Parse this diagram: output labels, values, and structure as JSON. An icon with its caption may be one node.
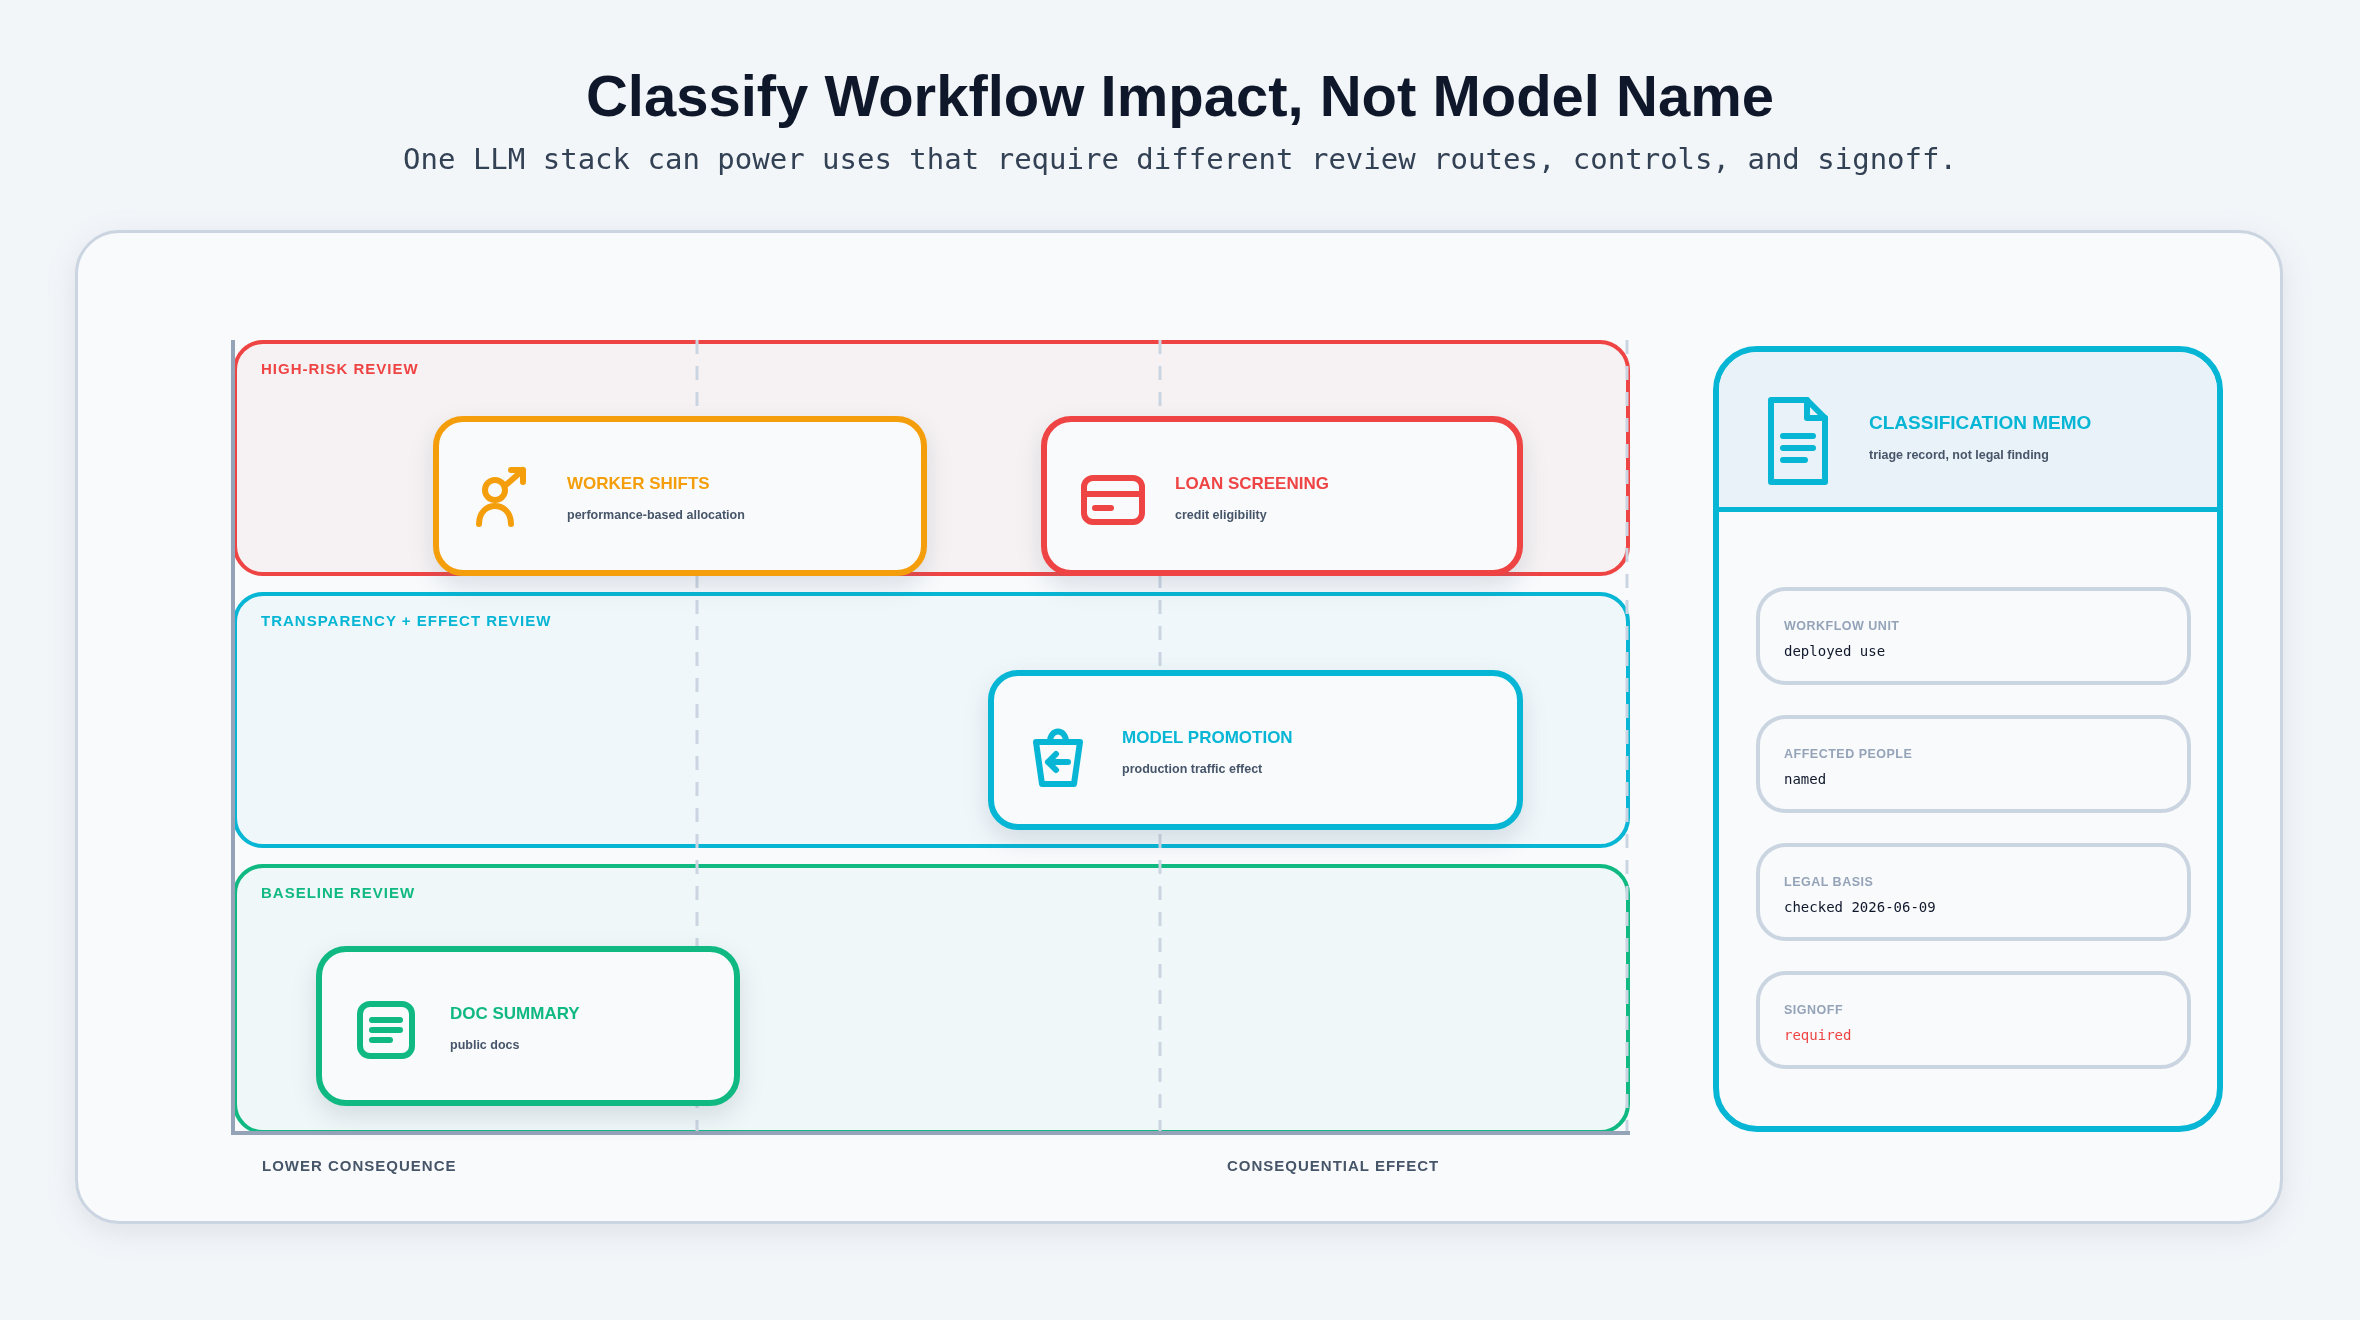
{
  "diagram": {
    "title": "Classify Workflow Impact, Not Model Name",
    "caption": "One LLM stack can power uses that require different review routes, controls, and signoff.",
    "nodes": [
      {
        "text": [
          "HIGH-RISK REVIEW"
        ]
      },
      {
        "text": [
          "WORKER SHIFTS",
          "performance-based allocation"
        ],
        "in": 0
      },
      {
        "text": [
          "LOAN SCREENING",
          "credit eligibility"
        ],
        "in": 0
      },
      {
        "text": [
          "TRANSPARENCY + EFFECT REVIEW"
        ]
      },
      {
        "text": [
          "MODEL PROMOTION",
          "production traffic effect"
        ],
        "in": 3
      },
      {
        "text": [
          "BASELINE REVIEW"
        ]
      },
      {
        "text": [
          "DOC SUMMARY",
          "public docs"
        ],
        "in": 5
      },
      {
        "text": [
          "CLASSIFICATION MEMO",
          "triage record, not legal finding"
        ]
      },
      {
        "text": [
          "WORKFLOW UNIT",
          "deployed use"
        ],
        "in": 7
      },
      {
        "text": [
          "AFFECTED PEOPLE",
          "named"
        ],
        "in": 7
      },
      {
        "text": [
          "LEGAL BASIS",
          "checked 2026-06-09"
        ],
        "in": 7
      },
      {
        "text": [
          "SIGNOFF",
          "required"
        ],
        "in": 7
      }
    ],
    "edges": [],
    "labels": [
      "LOWER CONSEQUENCE",
      "CONSEQUENTIAL EFFECT"
    ]
  }
}
